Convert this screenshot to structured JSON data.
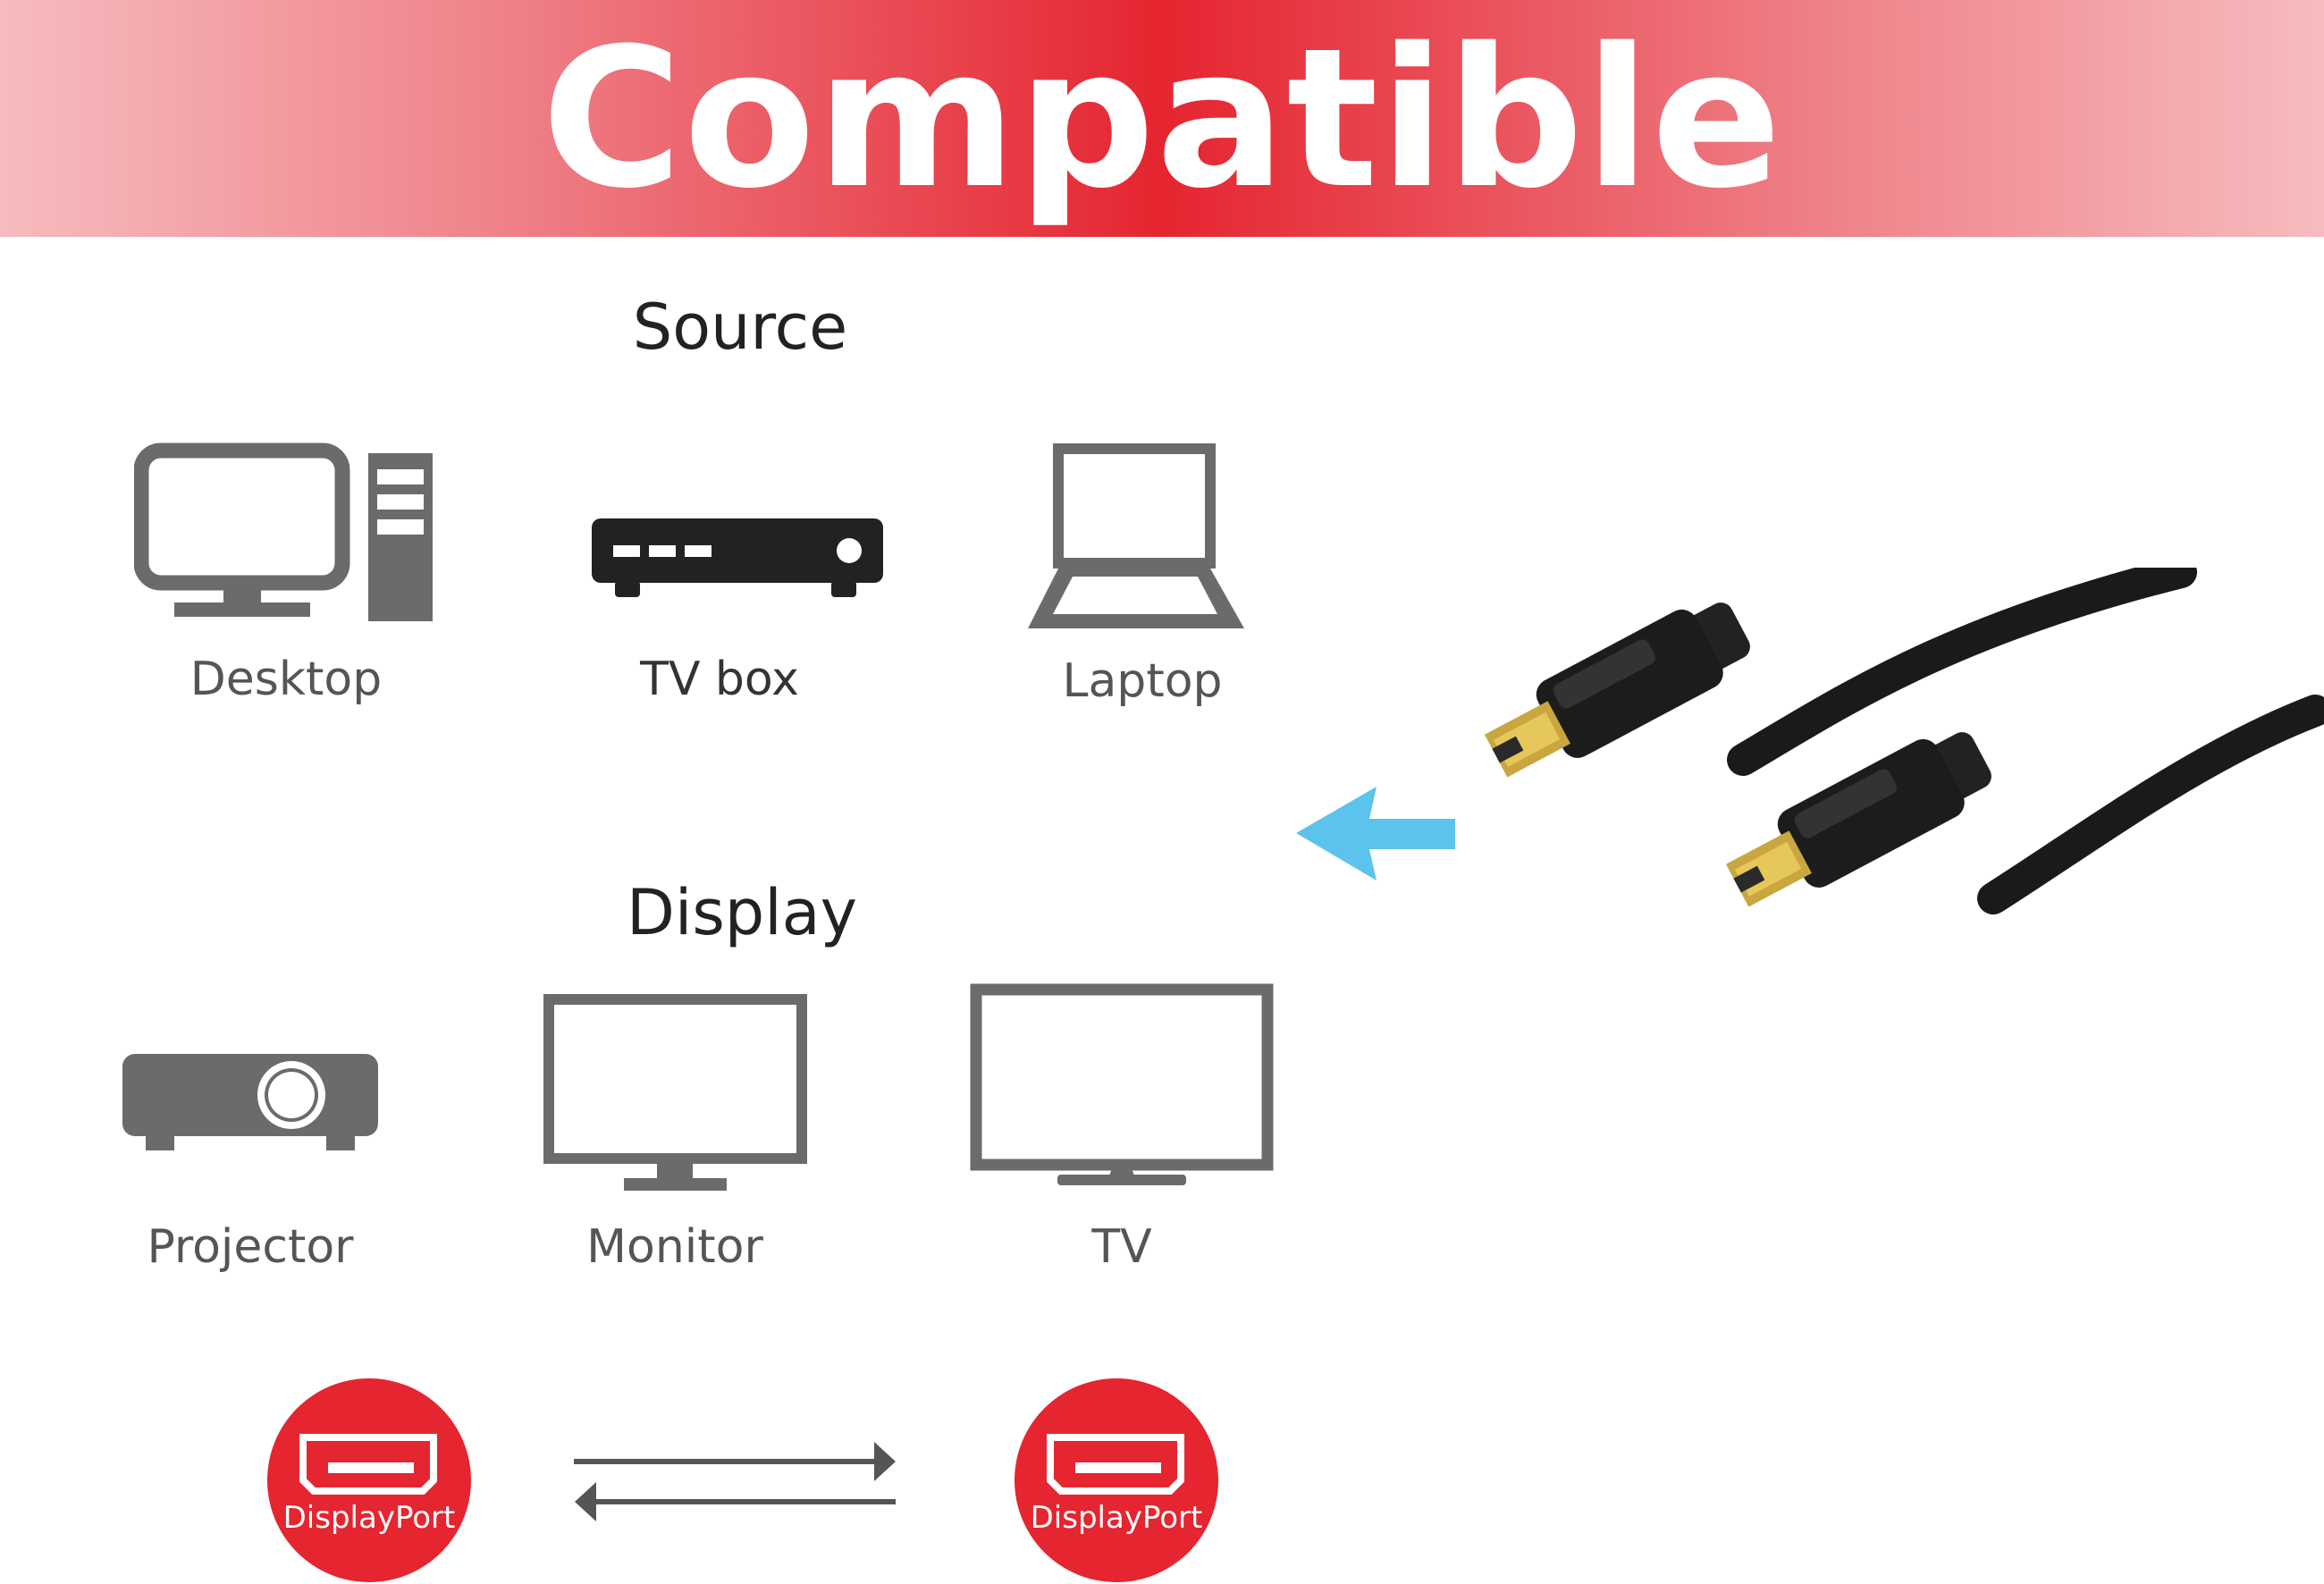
{
  "banner": {
    "title": "Compatible"
  },
  "source": {
    "title": "Source",
    "devices": [
      {
        "label": "Desktop",
        "icon": "desktop-icon"
      },
      {
        "label": "TV box",
        "icon": "tv-box-icon"
      },
      {
        "label": "Laptop",
        "icon": "laptop-icon"
      }
    ]
  },
  "display": {
    "title": "Display",
    "devices": [
      {
        "label": "Projector",
        "icon": "projector-icon"
      },
      {
        "label": "Monitor",
        "icon": "monitor-icon"
      },
      {
        "label": "TV",
        "icon": "tv-icon"
      }
    ]
  },
  "connectors": {
    "left_label": "DisplayPort",
    "right_label": "DisplayPort",
    "icon": "displayport-icon",
    "arrow_icon": "bidirectional-arrow-icon"
  },
  "colors": {
    "brand_red": "#e52530",
    "icon_grey": "#6b6b6b",
    "arrow_blue": "#5cc3ec"
  }
}
